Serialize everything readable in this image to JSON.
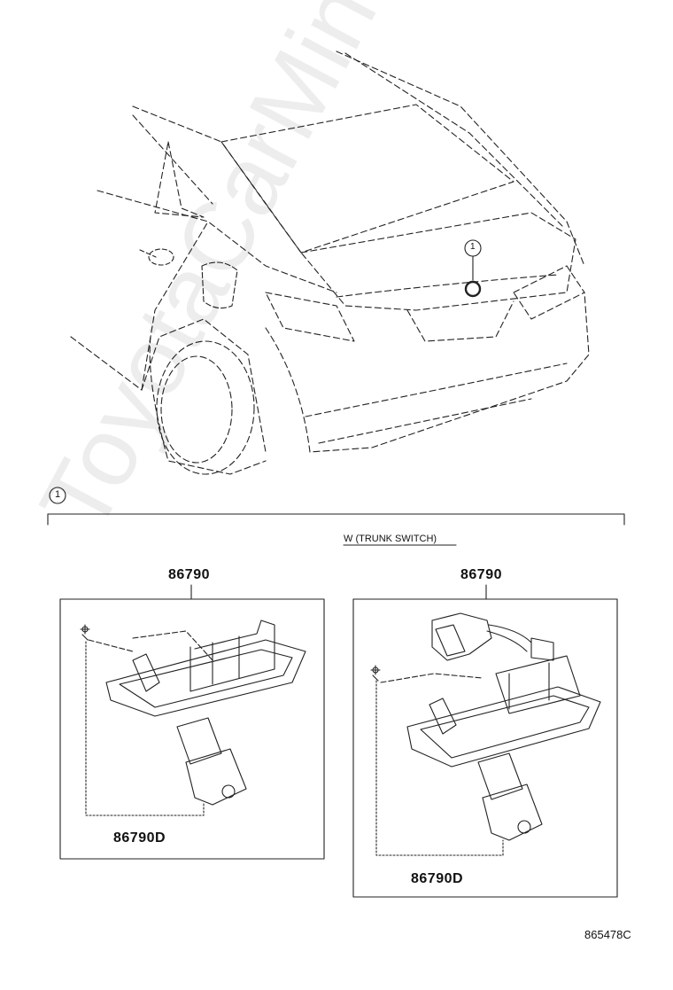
{
  "callout_number": "1",
  "section_marker": "1",
  "group_label": "W (TRUNK SWITCH)",
  "left_part": {
    "number": "86790",
    "sub_number": "86790D"
  },
  "right_part": {
    "number": "86790",
    "sub_number": "86790D"
  },
  "diagram_code": "865478C",
  "watermark": "ToyotaCarMine.ru"
}
